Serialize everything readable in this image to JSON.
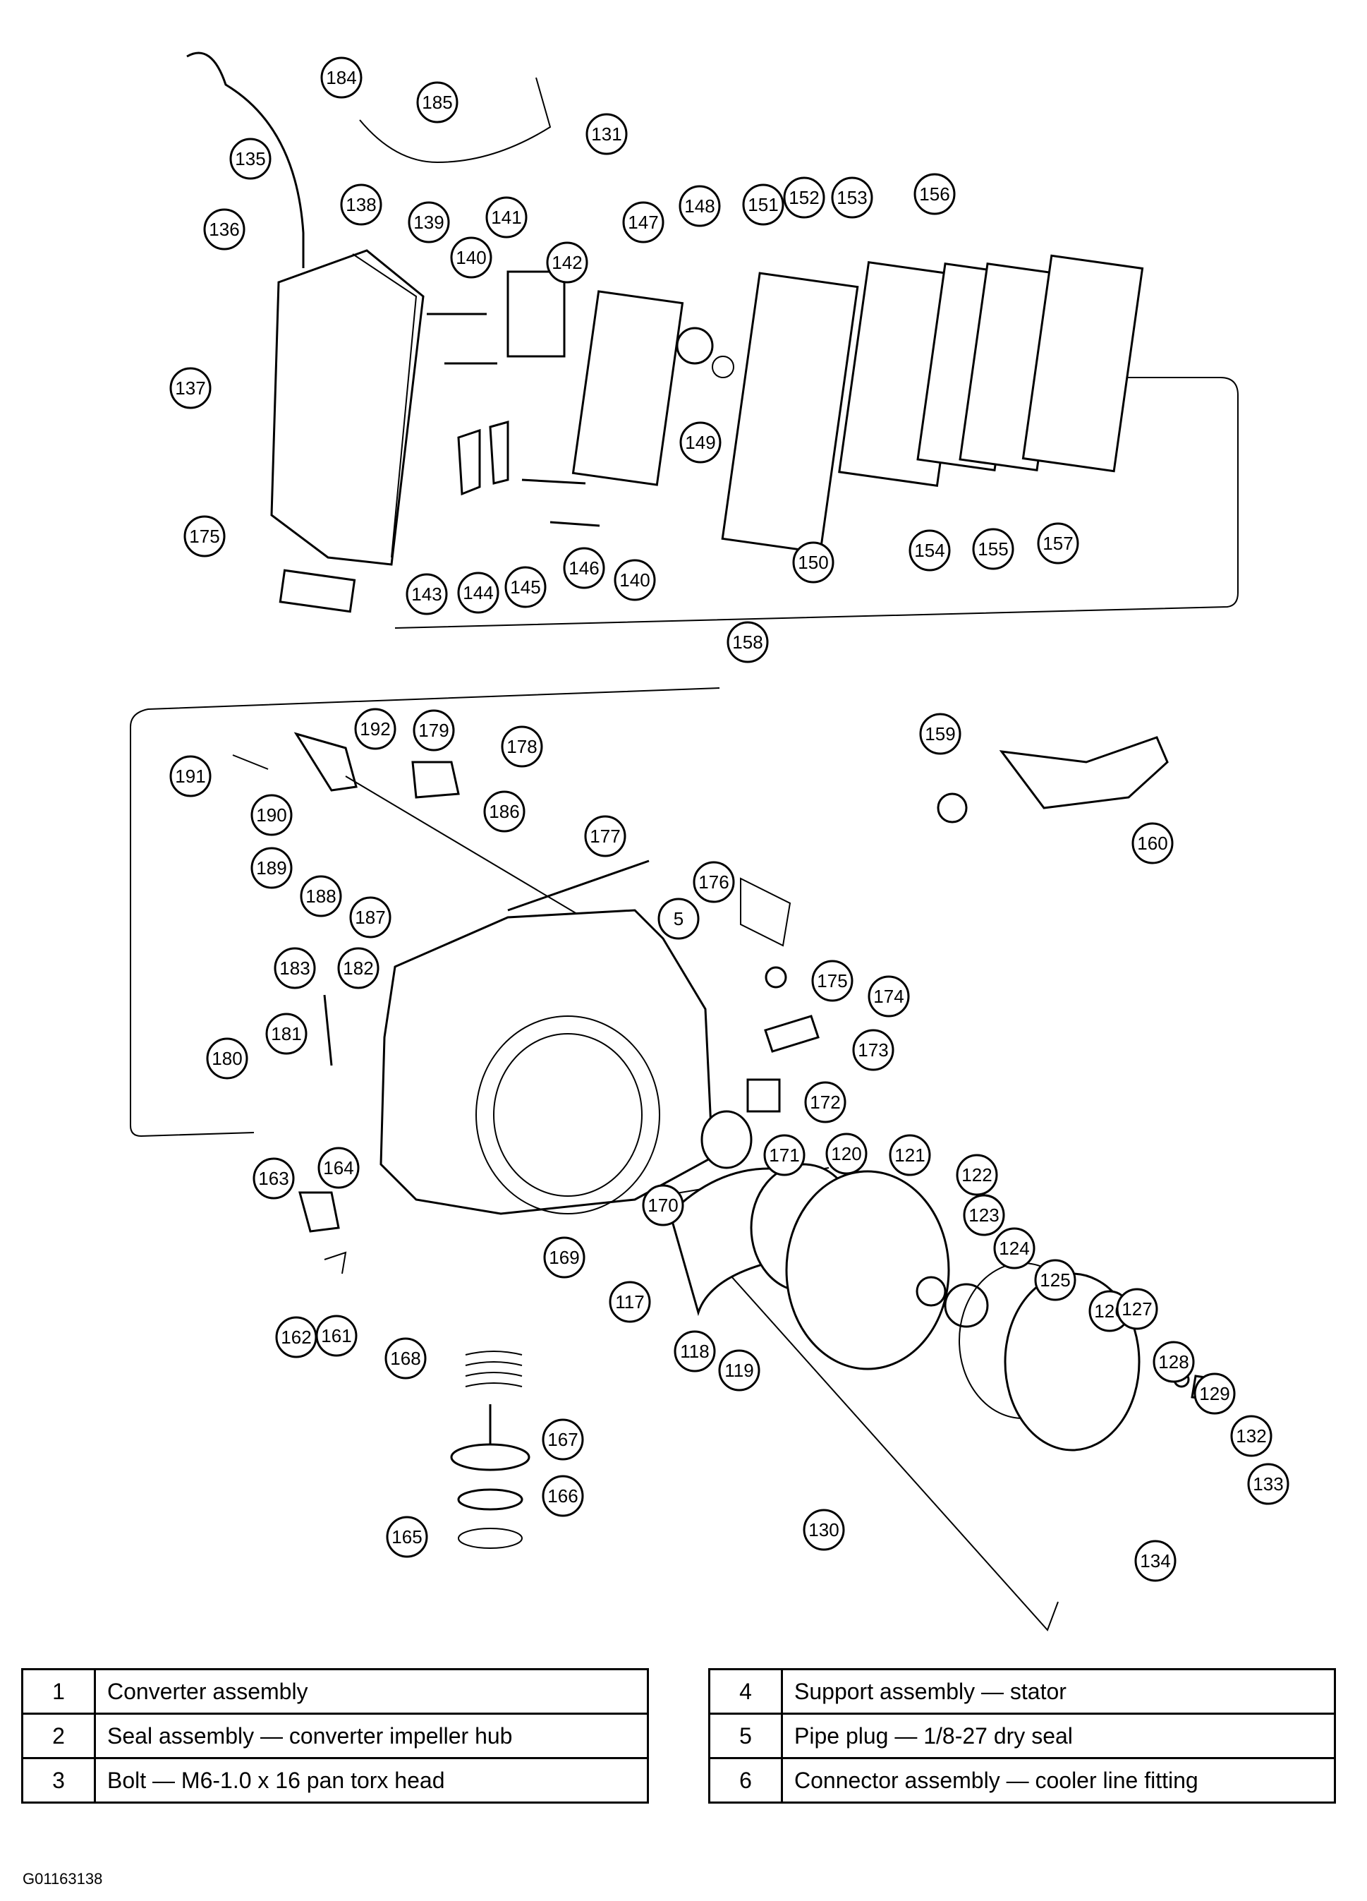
{
  "callouts": [
    "184",
    "185",
    "131",
    "135",
    "136",
    "138",
    "139",
    "141",
    "140",
    "142",
    "147",
    "148",
    "151",
    "152",
    "153",
    "156",
    "137",
    "149",
    "175",
    "143",
    "144",
    "145",
    "146",
    "140",
    "150",
    "154",
    "155",
    "157",
    "158",
    "192",
    "179",
    "178",
    "191",
    "190",
    "186",
    "189",
    "188",
    "187",
    "177",
    "176",
    "5",
    "175",
    "174",
    "173",
    "183",
    "182",
    "181",
    "180",
    "172",
    "171",
    "164",
    "163",
    "170",
    "120",
    "121",
    "122",
    "123",
    "169",
    "117",
    "124",
    "125",
    "126",
    "127",
    "118",
    "119",
    "162",
    "161",
    "168",
    "128",
    "129",
    "167",
    "132",
    "166",
    "133",
    "165",
    "130",
    "134",
    "159",
    "160"
  ],
  "legend_left": [
    {
      "num": "1",
      "desc": "Converter assembly"
    },
    {
      "num": "2",
      "desc": "Seal assembly — converter impeller hub"
    },
    {
      "num": "3",
      "desc": "Bolt — M6-1.0 x 16 pan torx head"
    }
  ],
  "legend_right": [
    {
      "num": "4",
      "desc": "Support assembly — stator"
    },
    {
      "num": "5",
      "desc": "Pipe plug — 1/8-27 dry seal"
    },
    {
      "num": "6",
      "desc": "Connector assembly — cooler line fitting"
    }
  ],
  "figure_id": "G01163138"
}
